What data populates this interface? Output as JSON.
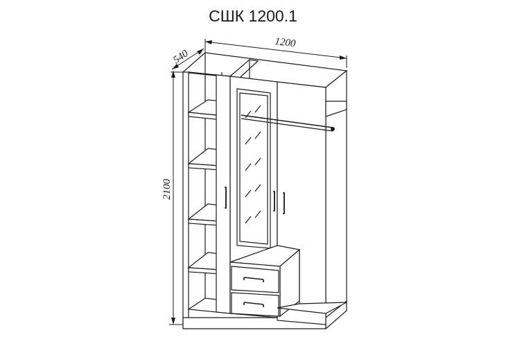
{
  "title": "СШК 1200.1",
  "dimensions": {
    "width": "1200",
    "depth": "540",
    "height": "2100"
  }
}
